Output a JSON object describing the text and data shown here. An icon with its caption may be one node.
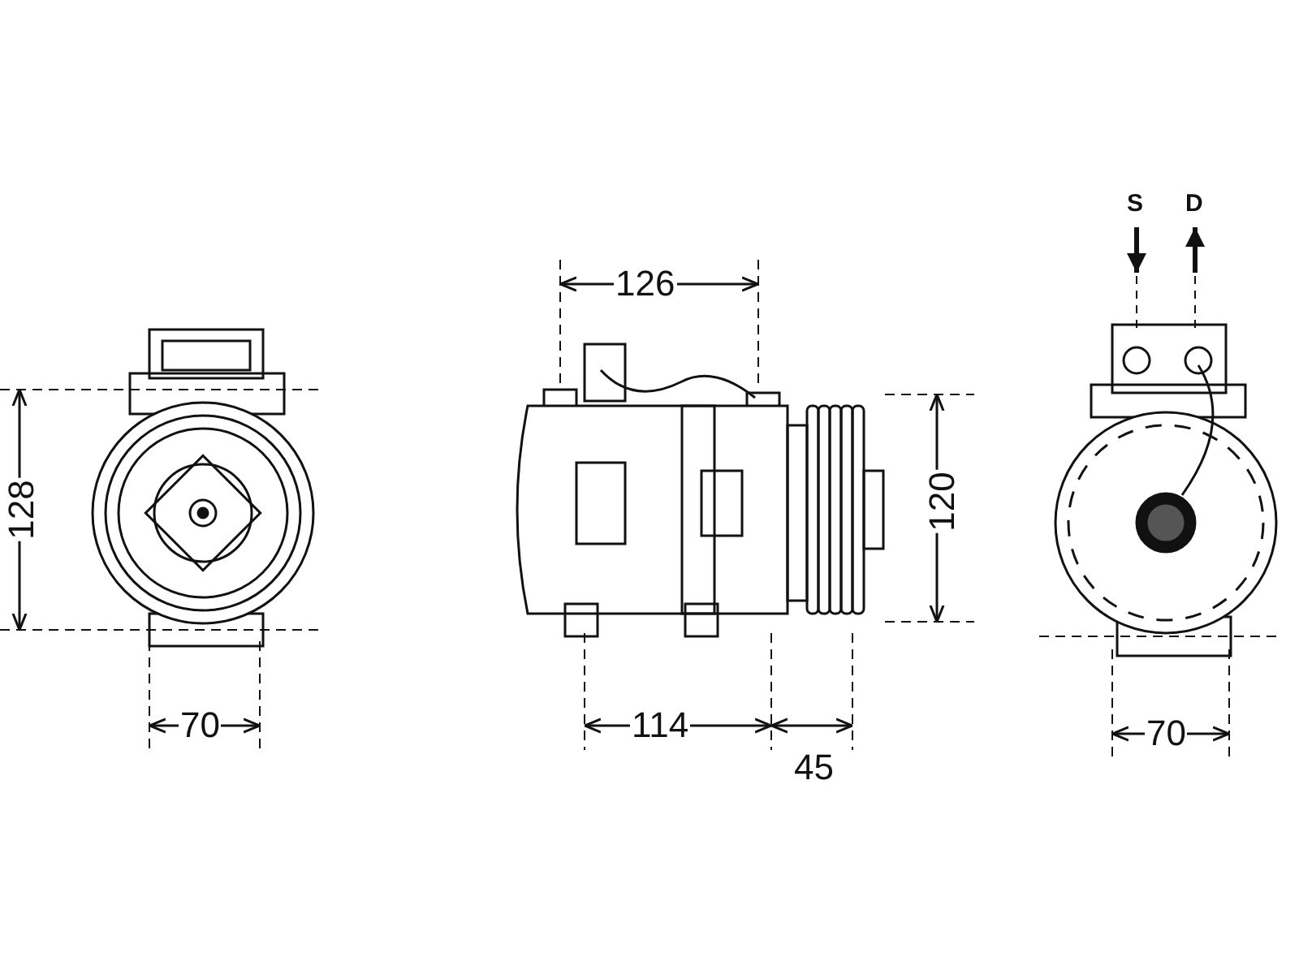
{
  "diagram": {
    "labels": [
      "S",
      "D",
      "126",
      "128",
      "120",
      "70",
      "114",
      "70",
      "45"
    ]
  }
}
